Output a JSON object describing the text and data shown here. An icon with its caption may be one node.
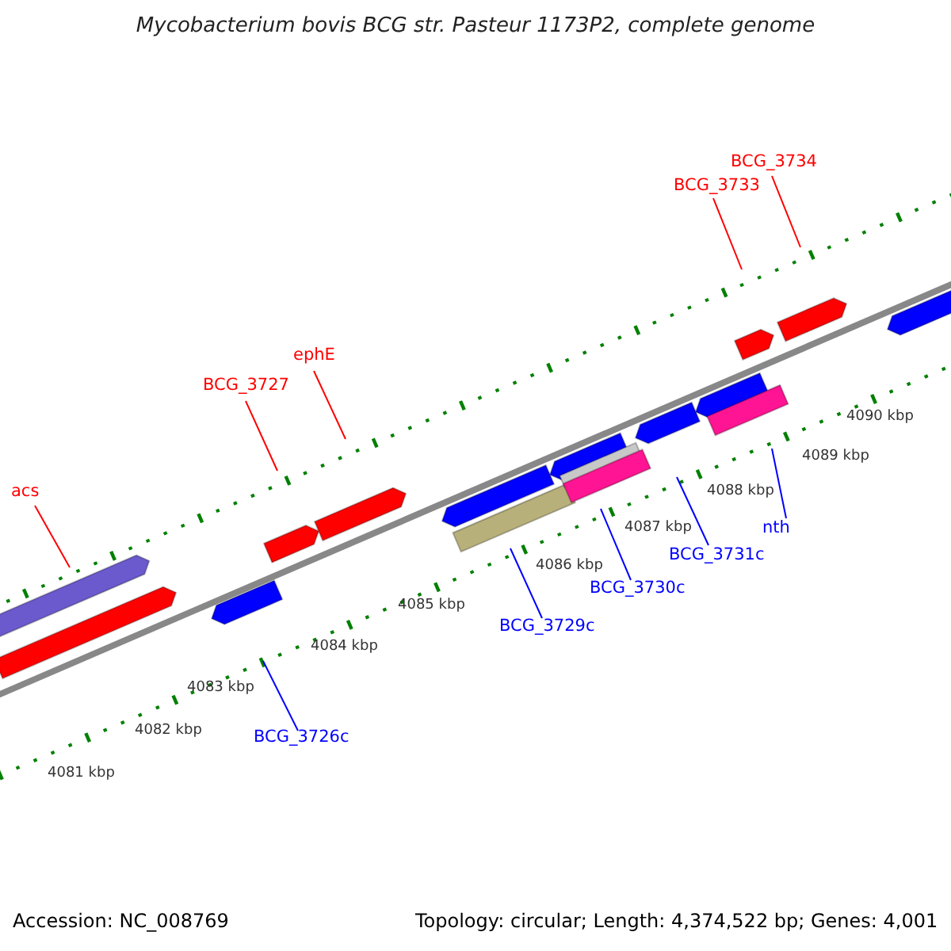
{
  "diagram": {
    "title": "Mycobacterium bovis BCG str. Pasteur 1173P2, complete genome",
    "nodes": [
      {
        "text": [
          "BCG_3734"
        ]
      },
      {
        "text": [
          "BCG_3733"
        ]
      },
      {
        "text": [
          "ephE"
        ]
      },
      {
        "text": [
          "BCG_3727"
        ]
      },
      {
        "text": [
          "acs"
        ]
      },
      {
        "text": [
          "nth"
        ]
      },
      {
        "text": [
          "BCG_3731c"
        ]
      },
      {
        "text": [
          "BCG_3730c"
        ]
      },
      {
        "text": [
          "BCG_3729c"
        ]
      },
      {
        "text": [
          "BCG_3726c"
        ]
      }
    ],
    "edges": [
      {
        "from": 0,
        "to": null,
        "arrow": "none",
        "color": "#ff0000"
      },
      {
        "from": 1,
        "to": null,
        "arrow": "none",
        "color": "#ff0000"
      },
      {
        "from": 2,
        "to": null,
        "arrow": "none",
        "color": "#ff0000"
      },
      {
        "from": 3,
        "to": null,
        "arrow": "none",
        "color": "#ff0000"
      },
      {
        "from": 4,
        "to": null,
        "arrow": "none",
        "color": "#ff0000"
      },
      {
        "from": 5,
        "to": null,
        "arrow": "none",
        "color": "#0000ff"
      },
      {
        "from": 6,
        "to": null,
        "arrow": "none",
        "color": "#0000ff"
      },
      {
        "from": 7,
        "to": null,
        "arrow": "none",
        "color": "#0000ff"
      },
      {
        "from": 8,
        "to": null,
        "arrow": "none",
        "color": "#0000ff"
      },
      {
        "from": 9,
        "to": null,
        "arrow": "none",
        "color": "#0000ff"
      }
    ],
    "labels": [
      "4090 kbp",
      "4089 kbp",
      "4088 kbp",
      "4087 kbp",
      "4086 kbp",
      "4085 kbp",
      "4084 kbp",
      "4083 kbp",
      "4082 kbp",
      "4081 kbp",
      "Accession: NC_008769",
      "Topology: circular; Length: 4,374,522 bp; Genes: 4,001"
    ]
  }
}
